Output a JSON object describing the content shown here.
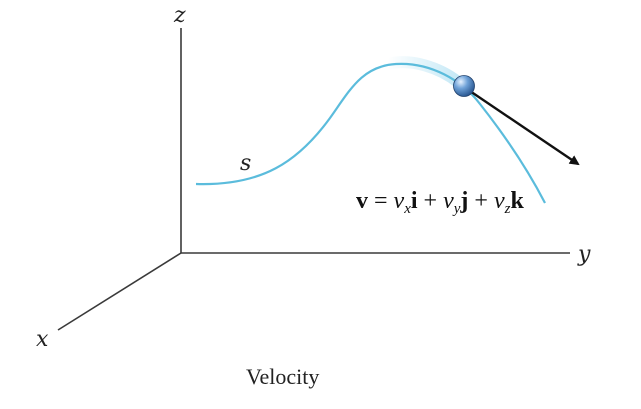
{
  "axes": {
    "x_label": "x",
    "y_label": "y",
    "z_label": "z"
  },
  "path": {
    "label": "s",
    "color": "#5bbcdc"
  },
  "particle": {
    "color": "#4a82c4"
  },
  "equation": {
    "v": "v",
    "equals": " = ",
    "vx": "v",
    "vx_sub": "x",
    "i": "i",
    "plus1": " + ",
    "vy": "v",
    "vy_sub": "y",
    "j": "j",
    "plus2": " + ",
    "vz": "v",
    "vz_sub": "z",
    "k": "k"
  },
  "caption": "Velocity"
}
